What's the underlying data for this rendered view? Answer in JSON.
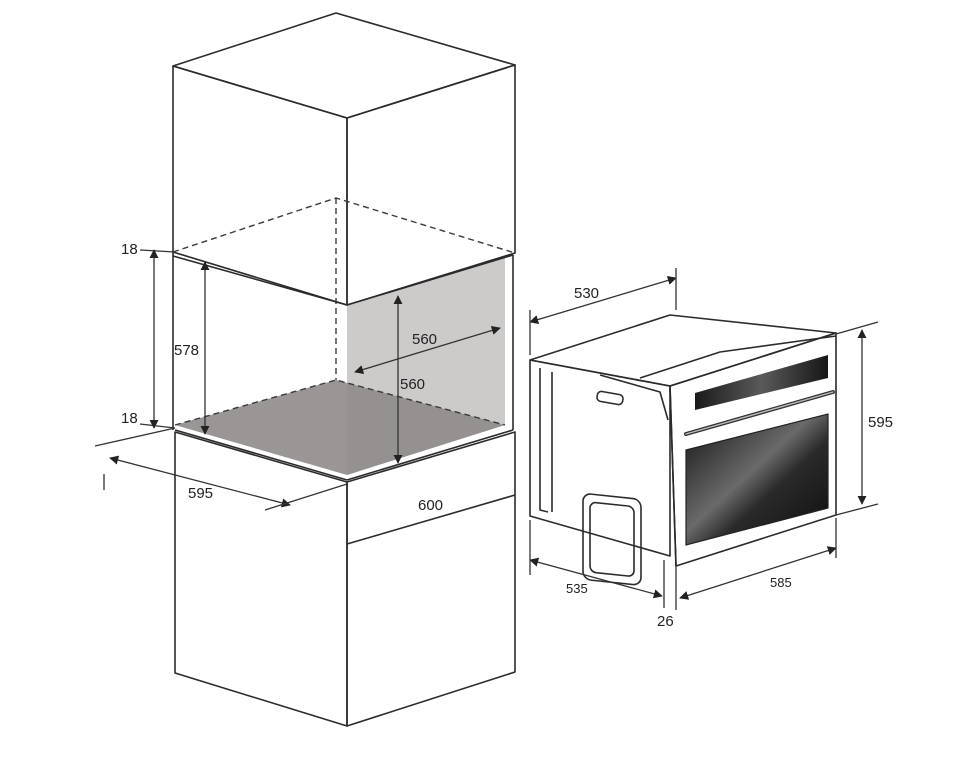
{
  "cabinet_dimensions": {
    "top_panel": "18",
    "bottom_panel": "18",
    "niche_height": "578",
    "niche_depth": "595",
    "niche_width": "560",
    "niche_inner_height": "560",
    "cabinet_width": "600"
  },
  "oven_dimensions": {
    "depth_top": "530",
    "height": "595",
    "body_depth": "535",
    "front_width": "585",
    "door_thickness": "26"
  },
  "colors": {
    "line": "#2b2b2b",
    "niche_back_fill": "#cdcaca",
    "niche_floor_fill": "#8f8b8b",
    "oven_glass_dark": "#1d1d1d",
    "oven_glass_mid": "#6a6a6a"
  }
}
